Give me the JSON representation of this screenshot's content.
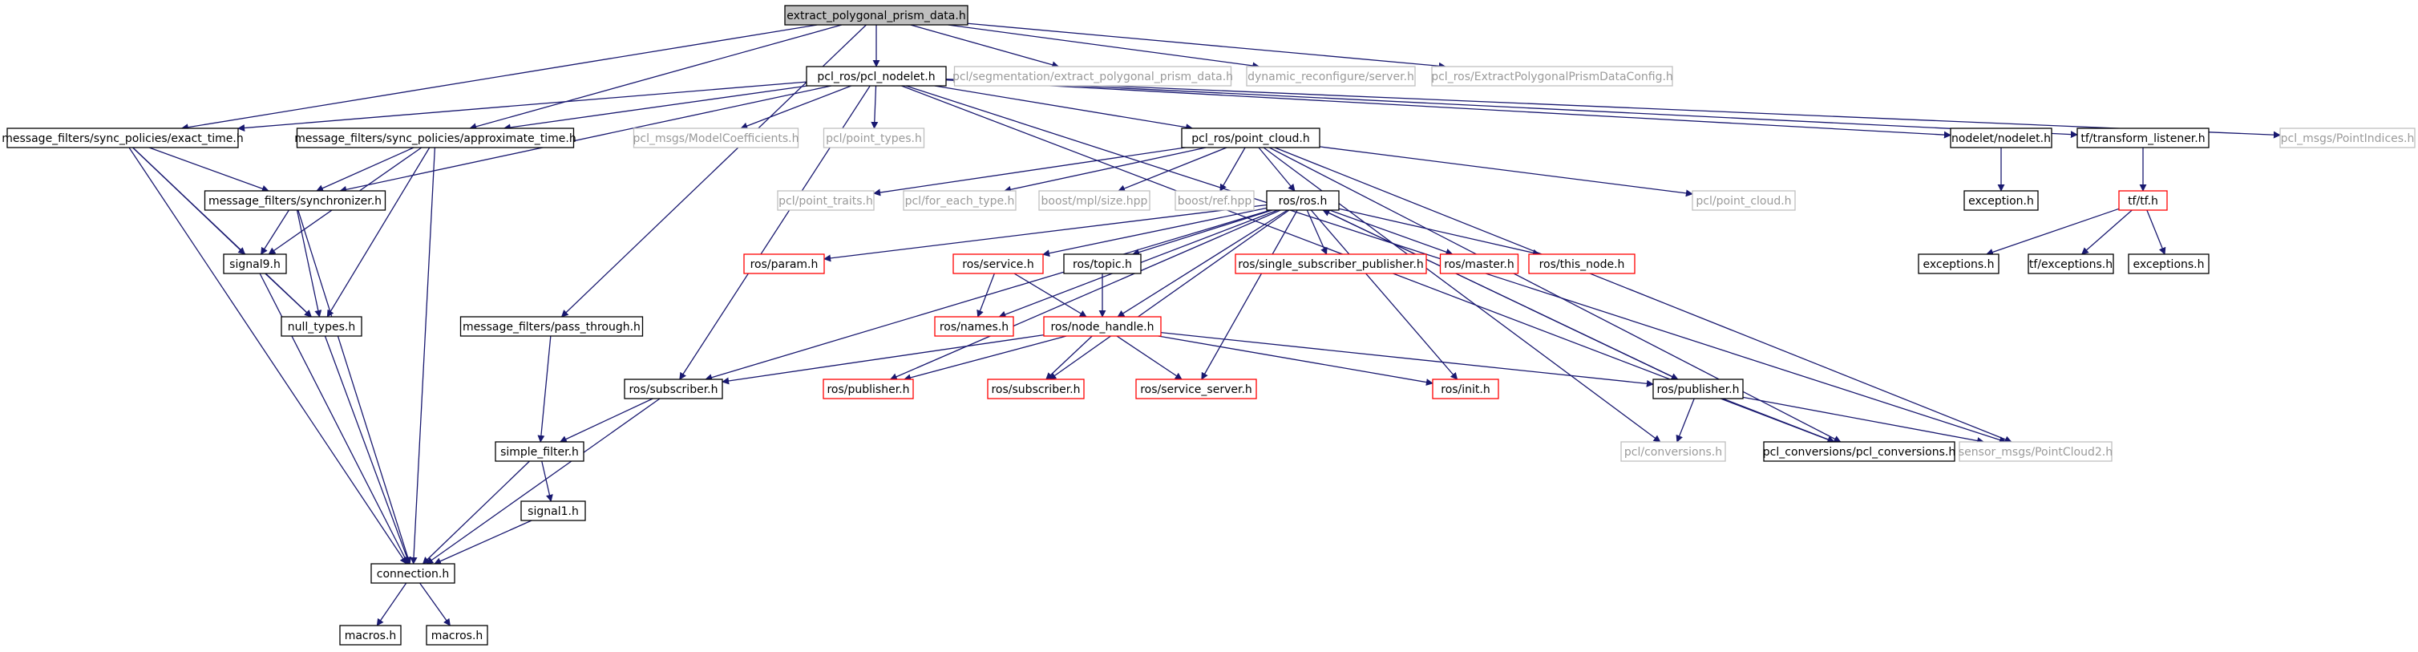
{
  "colors": {
    "edge": "#191970",
    "box_normal": "#000000",
    "box_missing": "#bfbfbf",
    "box_truncated": "#ff0000",
    "root_fill": "#bfbfbf",
    "text_missing": "#9a9a9a"
  },
  "nodes": [
    {
      "id": "root",
      "label": "extract_polygonal_prism_data.h",
      "style": "root"
    },
    {
      "id": "pcl_nodelet",
      "label": "pcl_ros/pcl_nodelet.h",
      "style": "normal"
    },
    {
      "id": "seg_prism",
      "label": "pcl/segmentation/extract_polygonal_prism_data.h",
      "style": "missing"
    },
    {
      "id": "dyn_server",
      "label": "dynamic_reconfigure/server.h",
      "style": "missing"
    },
    {
      "id": "prism_cfg",
      "label": "pcl_ros/ExtractPolygonalPrismDataConfig.h",
      "style": "missing"
    },
    {
      "id": "exact_time",
      "label": "message_filters/sync_policies/exact_time.h",
      "style": "normal"
    },
    {
      "id": "approx_time",
      "label": "message_filters/sync_policies/approximate_time.h",
      "style": "normal"
    },
    {
      "id": "model_coeff",
      "label": "pcl_msgs/ModelCoefficients.h",
      "style": "missing"
    },
    {
      "id": "point_types",
      "label": "pcl/point_types.h",
      "style": "missing"
    },
    {
      "id": "point_cloud",
      "label": "pcl_ros/point_cloud.h",
      "style": "normal"
    },
    {
      "id": "nodelet",
      "label": "nodelet/nodelet.h",
      "style": "normal"
    },
    {
      "id": "tf_listener",
      "label": "tf/transform_listener.h",
      "style": "normal"
    },
    {
      "id": "point_indices",
      "label": "pcl_msgs/PointIndices.h",
      "style": "missing"
    },
    {
      "id": "synchronizer",
      "label": "message_filters/synchronizer.h",
      "style": "normal"
    },
    {
      "id": "point_traits",
      "label": "pcl/point_traits.h",
      "style": "missing"
    },
    {
      "id": "for_each_type",
      "label": "pcl/for_each_type.h",
      "style": "missing"
    },
    {
      "id": "mpl_size",
      "label": "boost/mpl/size.hpp",
      "style": "missing"
    },
    {
      "id": "boost_ref",
      "label": "boost/ref.hpp",
      "style": "missing"
    },
    {
      "id": "ros_h",
      "label": "ros/ros.h",
      "style": "normal"
    },
    {
      "id": "pcl_point_cloud",
      "label": "pcl/point_cloud.h",
      "style": "missing"
    },
    {
      "id": "exception",
      "label": "exception.h",
      "style": "normal"
    },
    {
      "id": "tf_tf",
      "label": "tf/tf.h",
      "style": "truncated"
    },
    {
      "id": "signal9",
      "label": "signal9.h",
      "style": "normal"
    },
    {
      "id": "ros_param",
      "label": "ros/param.h",
      "style": "truncated"
    },
    {
      "id": "ros_service",
      "label": "ros/service.h",
      "style": "truncated"
    },
    {
      "id": "ros_topic",
      "label": "ros/topic.h",
      "style": "normal"
    },
    {
      "id": "single_sub_pub",
      "label": "ros/single_subscriber_publisher.h",
      "style": "truncated"
    },
    {
      "id": "ros_master",
      "label": "ros/master.h",
      "style": "truncated"
    },
    {
      "id": "ros_this_node",
      "label": "ros/this_node.h",
      "style": "truncated"
    },
    {
      "id": "exceptions1",
      "label": "exceptions.h",
      "style": "normal"
    },
    {
      "id": "tf_exceptions",
      "label": "tf/exceptions.h",
      "style": "normal"
    },
    {
      "id": "exceptions2",
      "label": "exceptions.h",
      "style": "normal"
    },
    {
      "id": "null_types",
      "label": "null_types.h",
      "style": "normal"
    },
    {
      "id": "pass_through",
      "label": "message_filters/pass_through.h",
      "style": "normal"
    },
    {
      "id": "ros_names",
      "label": "ros/names.h",
      "style": "truncated"
    },
    {
      "id": "node_handle",
      "label": "ros/node_handle.h",
      "style": "truncated"
    },
    {
      "id": "ros_subscriber_b",
      "label": "ros/subscriber.h",
      "style": "normal"
    },
    {
      "id": "ros_publisher_r",
      "label": "ros/publisher.h",
      "style": "truncated"
    },
    {
      "id": "ros_subscriber_r",
      "label": "ros/subscriber.h",
      "style": "truncated"
    },
    {
      "id": "service_server",
      "label": "ros/service_server.h",
      "style": "truncated"
    },
    {
      "id": "ros_init",
      "label": "ros/init.h",
      "style": "truncated"
    },
    {
      "id": "ros_publisher_b",
      "label": "ros/publisher.h",
      "style": "normal"
    },
    {
      "id": "simple_filter",
      "label": "simple_filter.h",
      "style": "normal"
    },
    {
      "id": "pcl_conversions_g",
      "label": "pcl/conversions.h",
      "style": "missing"
    },
    {
      "id": "pcl_conversions_b",
      "label": "pcl_conversions/pcl_conversions.h",
      "style": "normal"
    },
    {
      "id": "pointcloud2",
      "label": "sensor_msgs/PointCloud2.h",
      "style": "missing"
    },
    {
      "id": "signal1",
      "label": "signal1.h",
      "style": "normal"
    },
    {
      "id": "connection",
      "label": "connection.h",
      "style": "normal"
    },
    {
      "id": "macros1",
      "label": "macros.h",
      "style": "normal"
    },
    {
      "id": "macros2",
      "label": "macros.h",
      "style": "normal"
    }
  ],
  "edges": [
    [
      "root",
      "pcl_nodelet"
    ],
    [
      "root",
      "seg_prism"
    ],
    [
      "root",
      "dyn_server"
    ],
    [
      "root",
      "prism_cfg"
    ],
    [
      "root",
      "exact_time"
    ],
    [
      "root",
      "approx_time"
    ],
    [
      "root",
      "pass_through"
    ],
    [
      "pcl_nodelet",
      "exact_time"
    ],
    [
      "pcl_nodelet",
      "approx_time"
    ],
    [
      "pcl_nodelet",
      "synchronizer"
    ],
    [
      "pcl_nodelet",
      "model_coeff"
    ],
    [
      "pcl_nodelet",
      "point_types"
    ],
    [
      "pcl_nodelet",
      "point_cloud"
    ],
    [
      "pcl_nodelet",
      "nodelet"
    ],
    [
      "pcl_nodelet",
      "tf_listener"
    ],
    [
      "pcl_nodelet",
      "point_indices"
    ],
    [
      "pcl_nodelet",
      "ros_subscriber_b"
    ],
    [
      "pcl_nodelet",
      "pcl_conversions_b"
    ],
    [
      "pcl_nodelet",
      "pointcloud2"
    ],
    [
      "exact_time",
      "synchronizer"
    ],
    [
      "exact_time",
      "signal9"
    ],
    [
      "exact_time",
      "null_types"
    ],
    [
      "exact_time",
      "connection"
    ],
    [
      "approx_time",
      "synchronizer"
    ],
    [
      "approx_time",
      "signal9"
    ],
    [
      "approx_time",
      "null_types"
    ],
    [
      "approx_time",
      "connection"
    ],
    [
      "synchronizer",
      "signal9"
    ],
    [
      "synchronizer",
      "null_types"
    ],
    [
      "synchronizer",
      "connection"
    ],
    [
      "signal9",
      "null_types"
    ],
    [
      "signal9",
      "connection"
    ],
    [
      "null_types",
      "connection"
    ],
    [
      "pass_through",
      "simple_filter"
    ],
    [
      "simple_filter",
      "signal1"
    ],
    [
      "simple_filter",
      "connection"
    ],
    [
      "signal1",
      "connection"
    ],
    [
      "connection",
      "macros1"
    ],
    [
      "connection",
      "macros2"
    ],
    [
      "ros_subscriber_b",
      "simple_filter"
    ],
    [
      "ros_subscriber_b",
      "connection"
    ],
    [
      "point_cloud",
      "point_traits"
    ],
    [
      "point_cloud",
      "for_each_type"
    ],
    [
      "point_cloud",
      "mpl_size"
    ],
    [
      "point_cloud",
      "boost_ref"
    ],
    [
      "point_cloud",
      "ros_h"
    ],
    [
      "point_cloud",
      "pcl_point_cloud"
    ],
    [
      "point_cloud",
      "pcl_conversions_b"
    ],
    [
      "point_cloud",
      "pcl_conversions_g"
    ],
    [
      "point_cloud",
      "pointcloud2"
    ],
    [
      "nodelet",
      "exception"
    ],
    [
      "tf_listener",
      "tf_tf"
    ],
    [
      "tf_tf",
      "exceptions1"
    ],
    [
      "tf_tf",
      "tf_exceptions"
    ],
    [
      "tf_tf",
      "exceptions2"
    ],
    [
      "ros_h",
      "ros_subscriber_b"
    ],
    [
      "ros_h",
      "ros_param"
    ],
    [
      "ros_h",
      "ros_service"
    ],
    [
      "ros_h",
      "ros_topic"
    ],
    [
      "ros_h",
      "single_sub_pub"
    ],
    [
      "ros_h",
      "ros_master"
    ],
    [
      "ros_h",
      "ros_this_node"
    ],
    [
      "ros_h",
      "ros_names"
    ],
    [
      "ros_h",
      "node_handle"
    ],
    [
      "ros_h",
      "ros_publisher_r"
    ],
    [
      "ros_h",
      "ros_subscriber_r"
    ],
    [
      "ros_h",
      "service_server"
    ],
    [
      "ros_h",
      "ros_init"
    ],
    [
      "ros_h",
      "ros_publisher_b"
    ],
    [
      "ros_service",
      "ros_names"
    ],
    [
      "ros_service",
      "node_handle"
    ],
    [
      "ros_topic",
      "node_handle"
    ],
    [
      "node_handle",
      "ros_subscriber_b"
    ],
    [
      "node_handle",
      "ros_publisher_r"
    ],
    [
      "node_handle",
      "ros_subscriber_r"
    ],
    [
      "node_handle",
      "service_server"
    ],
    [
      "node_handle",
      "ros_init"
    ],
    [
      "node_handle",
      "ros_publisher_b"
    ],
    [
      "ros_publisher_b",
      "ros_h"
    ],
    [
      "ros_publisher_b",
      "pcl_conversions_g"
    ],
    [
      "ros_publisher_b",
      "pcl_conversions_b"
    ],
    [
      "ros_publisher_b",
      "pointcloud2"
    ]
  ]
}
